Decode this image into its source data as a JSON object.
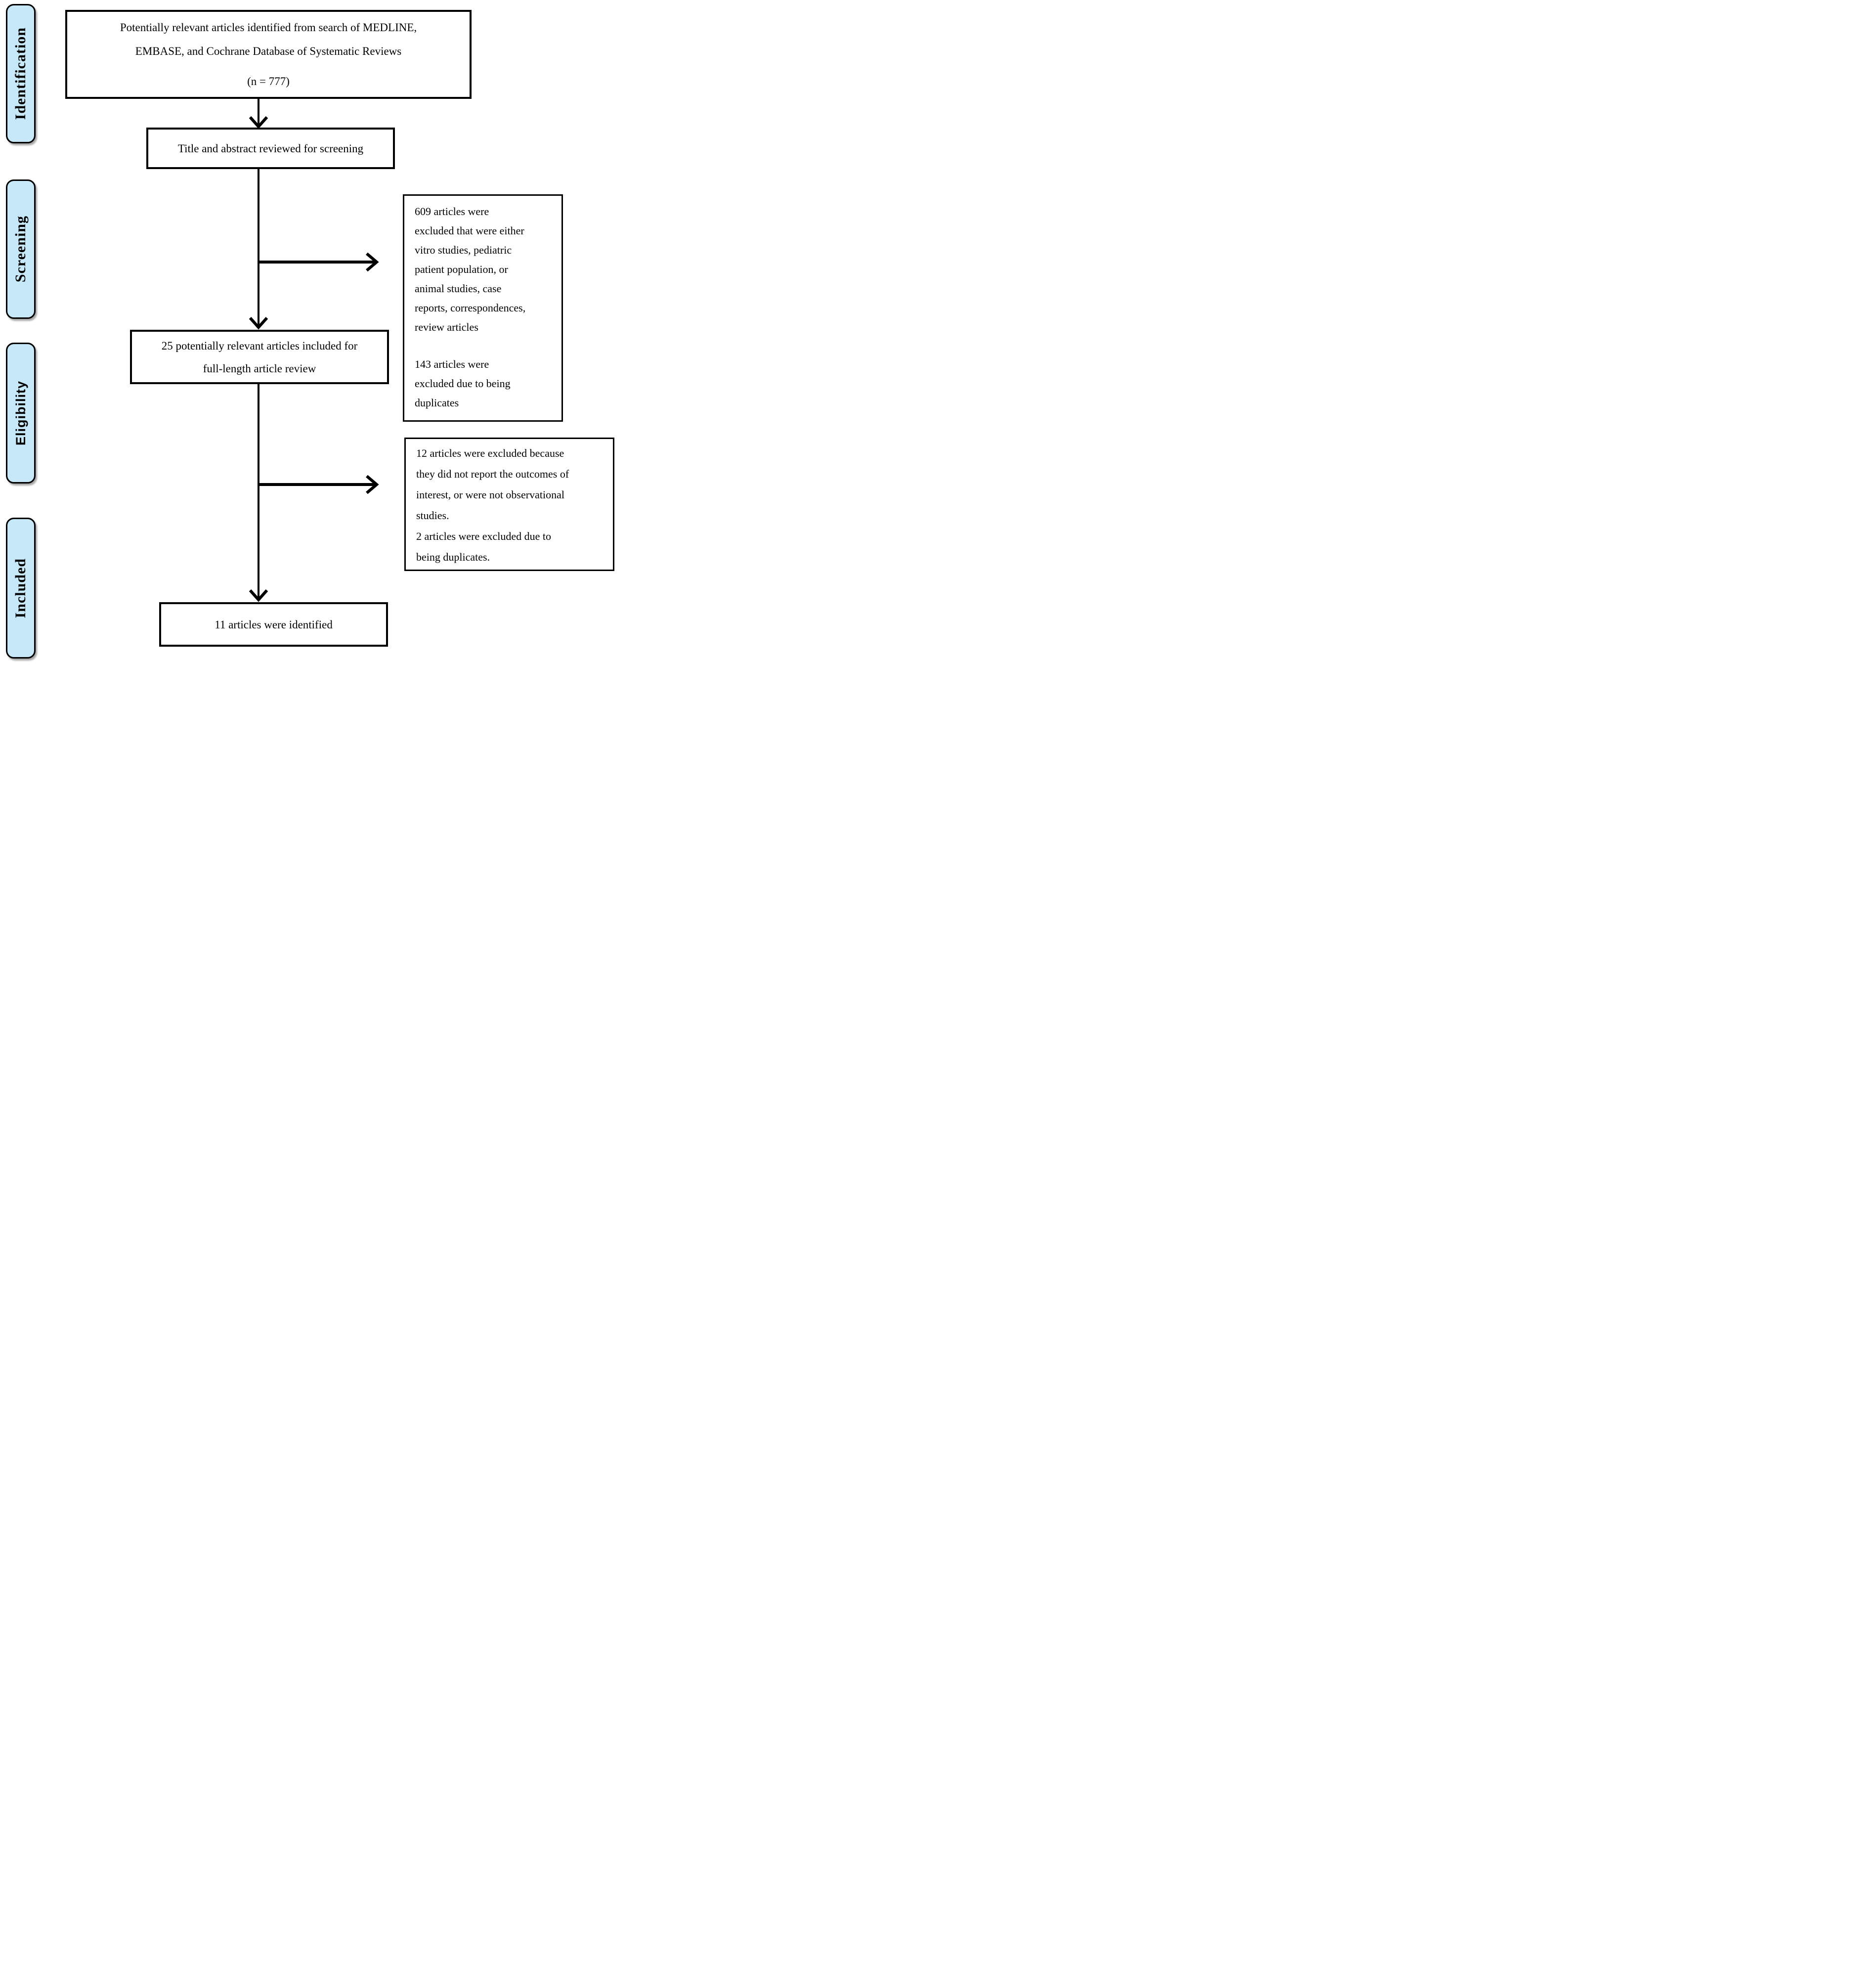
{
  "colors": {
    "stage_fill": "#c7e8f8"
  },
  "stages": [
    "Identification",
    "Screening",
    "Eligibility",
    "Included"
  ],
  "flow": {
    "search_box": {
      "lines": [
        "Potentially relevant articles identified from search of MEDLINE,",
        "EMBASE, and Cochrane Database of Systematic Reviews"
      ],
      "count": "(n = 777)"
    },
    "screening_box": {
      "text": "Title and abstract reviewed for screening"
    },
    "fulltext_box": {
      "lines": [
        "25 potentially relevant articles included for",
        "full-length article review"
      ]
    },
    "included_box": {
      "text": "11 articles were identified"
    }
  },
  "exclusions": {
    "screening": {
      "para1_lines": [
        "609 articles were",
        "excluded that were either",
        "vitro studies, pediatric",
        "patient population, or",
        "animal studies, case",
        "reports, correspondences,",
        "review articles"
      ],
      "para2_lines": [
        "143 articles were",
        "excluded due to being",
        "duplicates"
      ]
    },
    "eligibility": {
      "para1_lines": [
        "12 articles were excluded because",
        "they did not report the outcomes of",
        "interest, or were not observational",
        "studies."
      ],
      "para2_lines": [
        "2 articles were excluded due to",
        "being duplicates."
      ]
    }
  }
}
